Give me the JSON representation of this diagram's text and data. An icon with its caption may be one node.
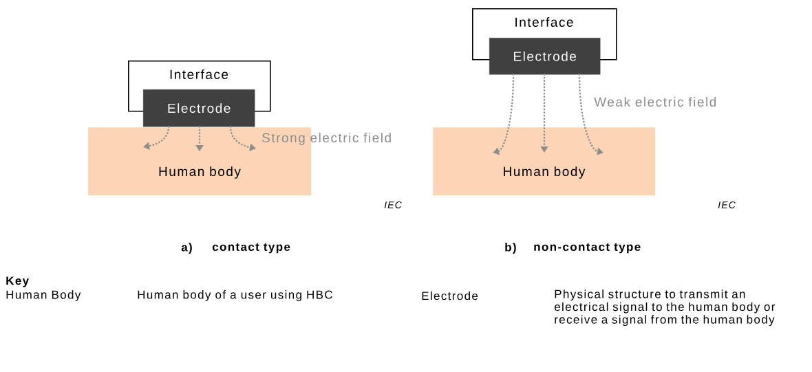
{
  "diagram": {
    "nodes": [
      {
        "text": [
          "Interface"
        ]
      },
      {
        "text": [
          "Electrode"
        ]
      },
      {
        "text": [
          "Interface"
        ]
      },
      {
        "text": [
          "Electrode"
        ]
      },
      {
        "text": [
          "Human body"
        ]
      },
      {
        "text": [
          "Human body"
        ]
      }
    ],
    "edges": [
      {
        "from": 1,
        "to": 4,
        "arrow": "to"
      },
      {
        "from": 1,
        "to": 4,
        "arrow": "to"
      },
      {
        "from": 1,
        "to": 4,
        "arrow": "to"
      },
      {
        "from": 3,
        "to": 5,
        "arrow": "to"
      },
      {
        "from": 3,
        "to": 5,
        "arrow": "to"
      },
      {
        "from": 3,
        "to": 5,
        "arrow": "to"
      }
    ],
    "labels": [
      "Weak electric field",
      "Strong electric field",
      "IEC",
      "IEC",
      "a)",
      "contact type",
      "b)",
      "non-contact type",
      "Key",
      "Human Body",
      "Human body of a user using HBC",
      "Electrode",
      "Physical structure to transmit an electrical signal to the human body or receive a signal from the human body"
    ]
  }
}
